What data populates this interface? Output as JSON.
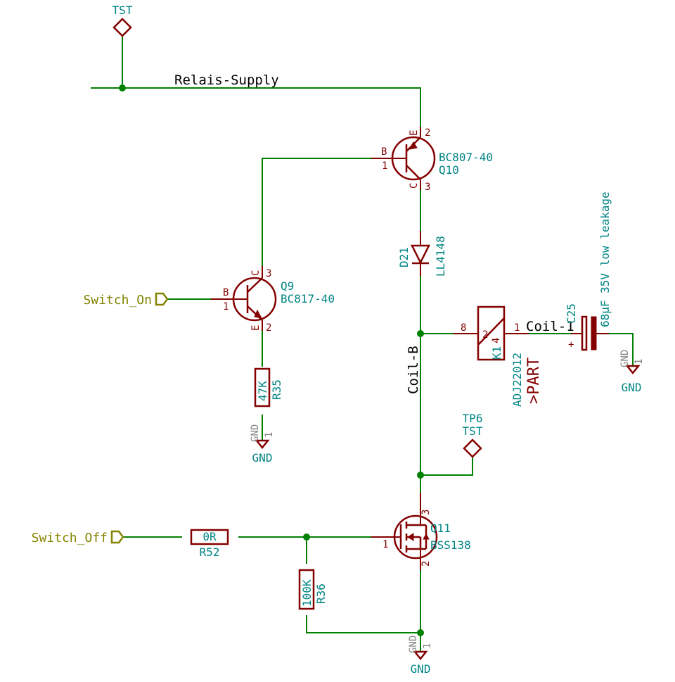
{
  "test_points": {
    "top": {
      "label": "TST"
    },
    "tp6": {
      "ref": "TP6",
      "label": "TST"
    }
  },
  "nets": {
    "relais_supply": "Relais-Supply",
    "coil_b": "Coil-B",
    "coil_1": "Coil-1"
  },
  "hier_labels": {
    "switch_on": "Switch_On",
    "switch_off": "Switch_Off"
  },
  "q10": {
    "ref": "Q10",
    "value": "BC807-40",
    "pin_b": "B",
    "pin_c": "C",
    "pin_e": "E",
    "pin1": "1",
    "pin2": "2",
    "pin3": "3"
  },
  "q9": {
    "ref": "Q9",
    "value": "BC817-40",
    "pin_b": "B",
    "pin_c": "C",
    "pin_e": "E",
    "pin1": "1",
    "pin2": "2",
    "pin3": "3"
  },
  "q11": {
    "ref": "Q11",
    "value": "BSS138",
    "pin1": "1",
    "pin2": "2",
    "pin3": "3"
  },
  "d21": {
    "ref": "D21",
    "value": "LL4148"
  },
  "r35": {
    "ref": "R35",
    "value": "47K"
  },
  "r52": {
    "ref": "R52",
    "value": "0R"
  },
  "r36": {
    "ref": "R36",
    "value": "100K"
  },
  "k1": {
    "ref": "K1",
    "value": "ADJ22012",
    "part": ">PART",
    "pin8": "8",
    "pin1": "1",
    "pin2": "2",
    "pin4": "4"
  },
  "c25": {
    "ref": "C25",
    "value": "68µF 35V low leakage",
    "plus": "+"
  },
  "gnd": {
    "label": "GND",
    "pin": "1"
  }
}
